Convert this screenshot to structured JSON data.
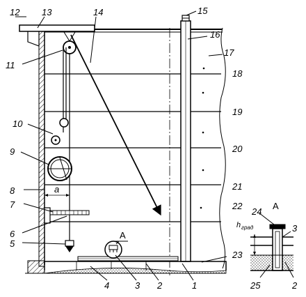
{
  "callouts": [
    "1",
    "2",
    "3",
    "4",
    "5",
    "6",
    "7",
    "8",
    "9",
    "10",
    "11",
    "12",
    "13",
    "14",
    "15",
    "16",
    "17",
    "18",
    "19",
    "20",
    "21",
    "22",
    "23"
  ],
  "detail": {
    "title": "A",
    "callouts": [
      "24",
      "3",
      "2",
      "25"
    ],
    "h_label": "h",
    "h_subscript": "град"
  },
  "section_marker": "A",
  "dimension_a": "a",
  "colors": {
    "line": "#000000",
    "background": "#ffffff"
  }
}
